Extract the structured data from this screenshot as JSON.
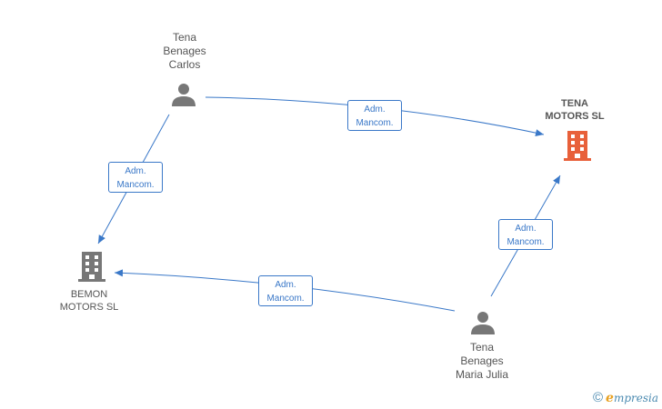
{
  "nodes": {
    "carlos": {
      "lines": [
        "Tena",
        "Benages",
        "Carlos"
      ]
    },
    "maria": {
      "lines": [
        "Tena",
        "Benages",
        "Maria Julia"
      ]
    },
    "tena_motors": {
      "lines": [
        "TENA",
        "MOTORS SL"
      ]
    },
    "bemon_motors": {
      "lines": [
        "BEMON",
        "MOTORS SL"
      ]
    }
  },
  "edges": [
    {
      "id": "carlos-tena",
      "line1": "Adm.",
      "line2": "Mancom."
    },
    {
      "id": "carlos-bemon",
      "line1": "Adm.",
      "line2": "Mancom."
    },
    {
      "id": "maria-tena",
      "line1": "Adm.",
      "line2": "Mancom."
    },
    {
      "id": "maria-bemon",
      "line1": "Adm.",
      "line2": "Mancom."
    }
  ],
  "footer": {
    "copyright_symbol": "©",
    "brand_initial": "e",
    "brand_rest": "mpresia"
  },
  "colors": {
    "edge": "#3a78c8",
    "person": "#777777",
    "company_main": "#e8603a",
    "company_other": "#777777"
  }
}
